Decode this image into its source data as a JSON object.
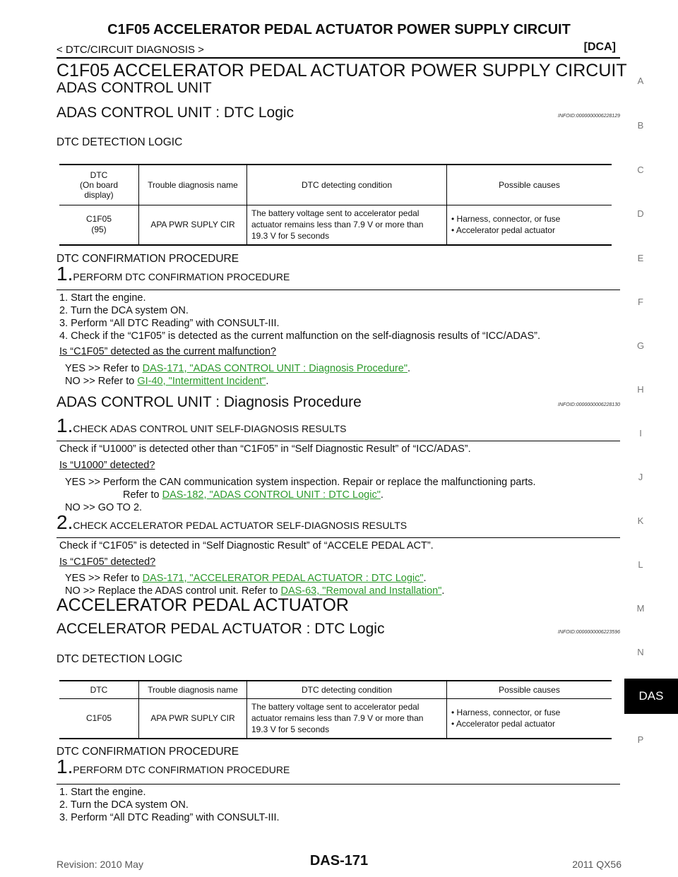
{
  "header": {
    "title": "C1F05 ACCELERATOR PEDAL ACTUATOR POWER SUPPLY CIRCUIT",
    "breadcrumb": "< DTC/CIRCUIT DIAGNOSIS >",
    "tag": "[DCA]"
  },
  "section1": {
    "title": "C1F05 ACCELERATOR PEDAL ACTUATOR POWER SUPPLY CIRCUIT",
    "subtitle": "ADAS CONTROL UNIT",
    "dtc_logic": {
      "title": "ADAS CONTROL UNIT : DTC Logic",
      "info": "INFOID:0000000006228129",
      "detection_heading": "DTC DETECTION LOGIC",
      "table": {
        "col1": "DTC",
        "col1b": "(On board",
        "col1c": "display)",
        "col2": "Trouble diagnosis name",
        "col3": "DTC detecting condition",
        "col4": "Possible causes",
        "dtc": "C1F05",
        "dtc_display": "(95)",
        "name": "APA PWR SUPLY CIR",
        "cond1": "The battery voltage sent to accelerator pedal",
        "cond2": "actuator remains less than 7.9 V or more than",
        "cond3": "19.3 V for 5 seconds",
        "cause1": "Harness, connector, or fuse",
        "cause2": "Accelerator pedal actuator"
      },
      "confirm_heading": "DTC CONFIRMATION PROCEDURE",
      "step1_num": "1.",
      "step1_title": "PERFORM DTC CONFIRMATION PROCEDURE",
      "steps": [
        "1.   Start the engine.",
        "2.   Turn the DCA system ON.",
        "3.   Perform “All DTC Reading” with CONSULT-III.",
        "4.   Check if the “C1F05” is detected as the current malfunction on the self-diagnosis results of “ICC/ADAS”."
      ],
      "question": "Is “C1F05” detected as the current malfunction?",
      "yes_label": "YES    >> Refer to ",
      "yes_link": "DAS-171, \"ADAS CONTROL UNIT : Diagnosis Procedure\"",
      "no_label": "NO     >> Refer to ",
      "no_link": "GI-40, \"Intermittent Incident\""
    },
    "diag": {
      "title": "ADAS CONTROL UNIT : Diagnosis Procedure",
      "info": "INFOID:0000000006228130",
      "step1_num": "1.",
      "step1_title": "CHECK ADAS CONTROL UNIT SELF-DIAGNOSIS RESULTS",
      "step1_text": "Check if “U1000” is detected other than “C1F05” in “Self Diagnostic Result” of “ICC/ADAS”.",
      "step1_question": "Is “U1000” detected?",
      "step1_yes": "YES    >> Perform the CAN communication system inspection. Repair or replace the malfunctioning parts.",
      "step1_yes2": "Refer to ",
      "step1_yes_link": "DAS-182, \"ADAS CONTROL UNIT : DTC Logic\"",
      "step1_no": "NO     >> GO TO 2.",
      "step2_num": "2.",
      "step2_title": "CHECK ACCELERATOR PEDAL ACTUATOR SELF-DIAGNOSIS RESULTS",
      "step2_text": "Check if “C1F05” is detected in “Self Diagnostic Result” of “ACCELE PEDAL ACT”.",
      "step2_question": "Is “C1F05” detected?",
      "step2_yes": "YES    >> Refer to ",
      "step2_yes_link": "DAS-171, \"ACCELERATOR PEDAL ACTUATOR : DTC Logic\"",
      "step2_no": "NO     >> Replace the ADAS control unit. Refer to ",
      "step2_no_link": "DAS-63, \"Removal and Installation\""
    }
  },
  "section2": {
    "title": "ACCELERATOR PEDAL ACTUATOR",
    "dtc_logic_title": "ACCELERATOR PEDAL ACTUATOR : DTC Logic",
    "info": "INFOID:0000000006223596",
    "detection_heading": "DTC DETECTION LOGIC",
    "table": {
      "col1": "DTC",
      "col2": "Trouble diagnosis name",
      "col3": "DTC detecting condition",
      "col4": "Possible causes",
      "dtc": "C1F05",
      "name": "APA PWR SUPLY CIR",
      "cond1": "The battery voltage sent to accelerator pedal",
      "cond2": "actuator remains less than 7.9 V or more than",
      "cond3": "19.3 V for 5 seconds",
      "cause1": "Harness, connector, or fuse",
      "cause2": "Accelerator pedal actuator"
    },
    "confirm_heading": "DTC CONFIRMATION PROCEDURE",
    "step1_num": "1.",
    "step1_title": "PERFORM DTC CONFIRMATION PROCEDURE",
    "steps": [
      "1.   Start the engine.",
      "2.   Turn the DCA system ON.",
      "3.   Perform “All DTC Reading” with CONSULT-III."
    ]
  },
  "side_index": [
    "A",
    "B",
    "C",
    "D",
    "E",
    "F",
    "G",
    "H",
    "I",
    "J",
    "K",
    "L",
    "M",
    "N",
    "P"
  ],
  "side_tab": "DAS",
  "footer": {
    "revision": "Revision: 2010 May",
    "page": "DAS-171",
    "model": "2011 QX56"
  }
}
